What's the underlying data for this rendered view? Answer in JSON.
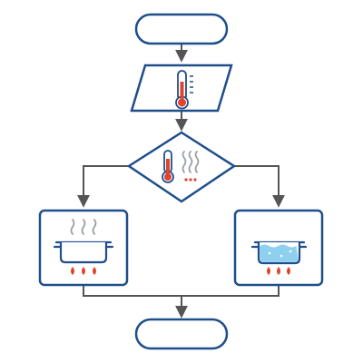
{
  "diagram": {
    "type": "flowchart",
    "nodes": [
      {
        "id": "start",
        "shape": "terminator",
        "label": ""
      },
      {
        "id": "input",
        "shape": "parallelogram",
        "label": "",
        "icon": "thermometer-icon"
      },
      {
        "id": "decision",
        "shape": "diamond",
        "label": "",
        "icons": [
          "thermometer-icon",
          "steam-icon",
          "dots-icon"
        ]
      },
      {
        "id": "process-left",
        "shape": "rectangle",
        "label": "",
        "icons": [
          "steam-icon",
          "pot-icon",
          "flame-icon"
        ]
      },
      {
        "id": "process-right",
        "shape": "rectangle",
        "label": "",
        "icons": [
          "pot-with-water-icon",
          "flame-icon"
        ]
      },
      {
        "id": "end",
        "shape": "terminator",
        "label": ""
      }
    ],
    "edges": [
      {
        "from": "start",
        "to": "input"
      },
      {
        "from": "input",
        "to": "decision"
      },
      {
        "from": "decision",
        "to": "process-left"
      },
      {
        "from": "decision",
        "to": "process-right"
      },
      {
        "from": "process-left",
        "to": "end"
      },
      {
        "from": "process-right",
        "to": "end"
      }
    ]
  },
  "colors": {
    "outline": "#1f4e8c",
    "connector": "#555555",
    "thermometer": "#e0452c",
    "flame": "#e0452c",
    "steam": "#9aa0a6",
    "water": "#8fd0ee",
    "pot_body": "#ffffff"
  }
}
